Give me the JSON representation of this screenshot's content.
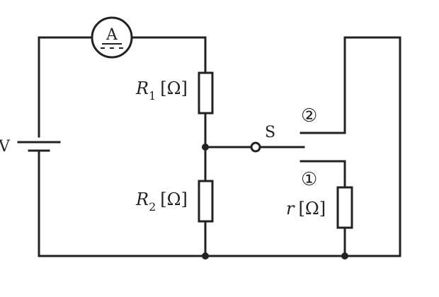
{
  "circuit": {
    "voltage_label": "V",
    "ammeter_label": "A",
    "switch_label": "S",
    "terminal_2_label": "②",
    "terminal_1_label": "①",
    "r1": {
      "symbol": "R",
      "subscript": "1",
      "unit": "[Ω]"
    },
    "r2": {
      "symbol": "R",
      "subscript": "2",
      "unit": "[Ω]"
    },
    "r": {
      "symbol": "r",
      "unit": "[Ω]"
    }
  }
}
